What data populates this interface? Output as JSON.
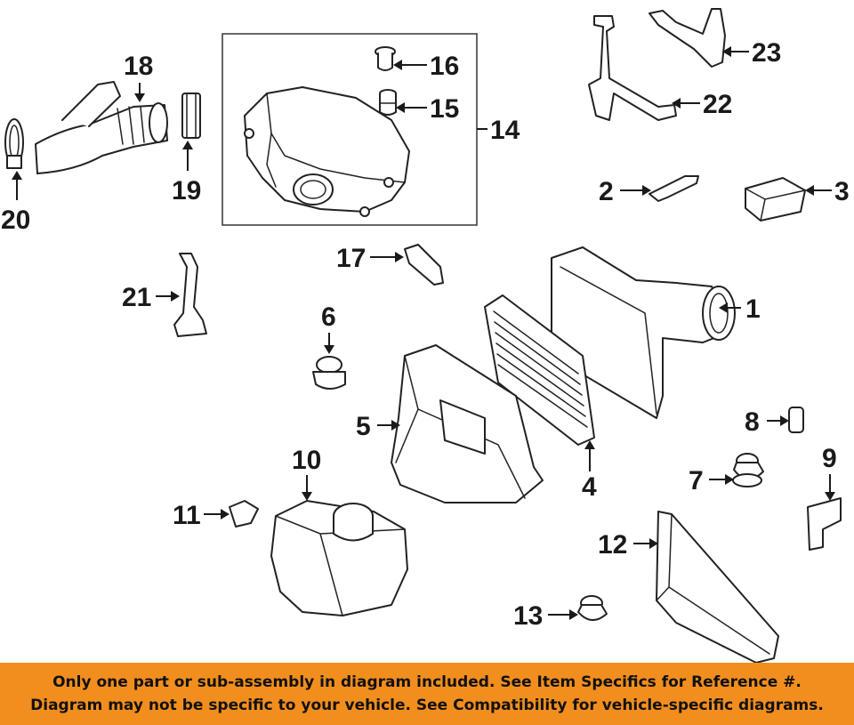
{
  "diagram": {
    "callouts": [
      {
        "id": "1",
        "label": "1"
      },
      {
        "id": "2",
        "label": "2"
      },
      {
        "id": "3",
        "label": "3"
      },
      {
        "id": "4",
        "label": "4"
      },
      {
        "id": "5",
        "label": "5"
      },
      {
        "id": "6",
        "label": "6"
      },
      {
        "id": "7",
        "label": "7"
      },
      {
        "id": "8",
        "label": "8"
      },
      {
        "id": "9",
        "label": "9"
      },
      {
        "id": "10",
        "label": "10"
      },
      {
        "id": "11",
        "label": "11"
      },
      {
        "id": "12",
        "label": "12"
      },
      {
        "id": "13",
        "label": "13"
      },
      {
        "id": "14",
        "label": "14"
      },
      {
        "id": "15",
        "label": "15"
      },
      {
        "id": "16",
        "label": "16"
      },
      {
        "id": "17",
        "label": "17"
      },
      {
        "id": "18",
        "label": "18"
      },
      {
        "id": "19",
        "label": "19"
      },
      {
        "id": "20",
        "label": "20"
      },
      {
        "id": "21",
        "label": "21"
      },
      {
        "id": "22",
        "label": "22"
      },
      {
        "id": "23",
        "label": "23"
      }
    ]
  },
  "disclaimer": {
    "line1": "Only one part or sub-assembly in diagram included. See Item Specifics for Reference #.",
    "line2": "Diagram may not be specific to your vehicle. See Compatibility for vehicle-specific diagrams."
  },
  "colors": {
    "banner": "#f28e1e",
    "ink": "#1a1a1a",
    "background": "#ffffff"
  }
}
